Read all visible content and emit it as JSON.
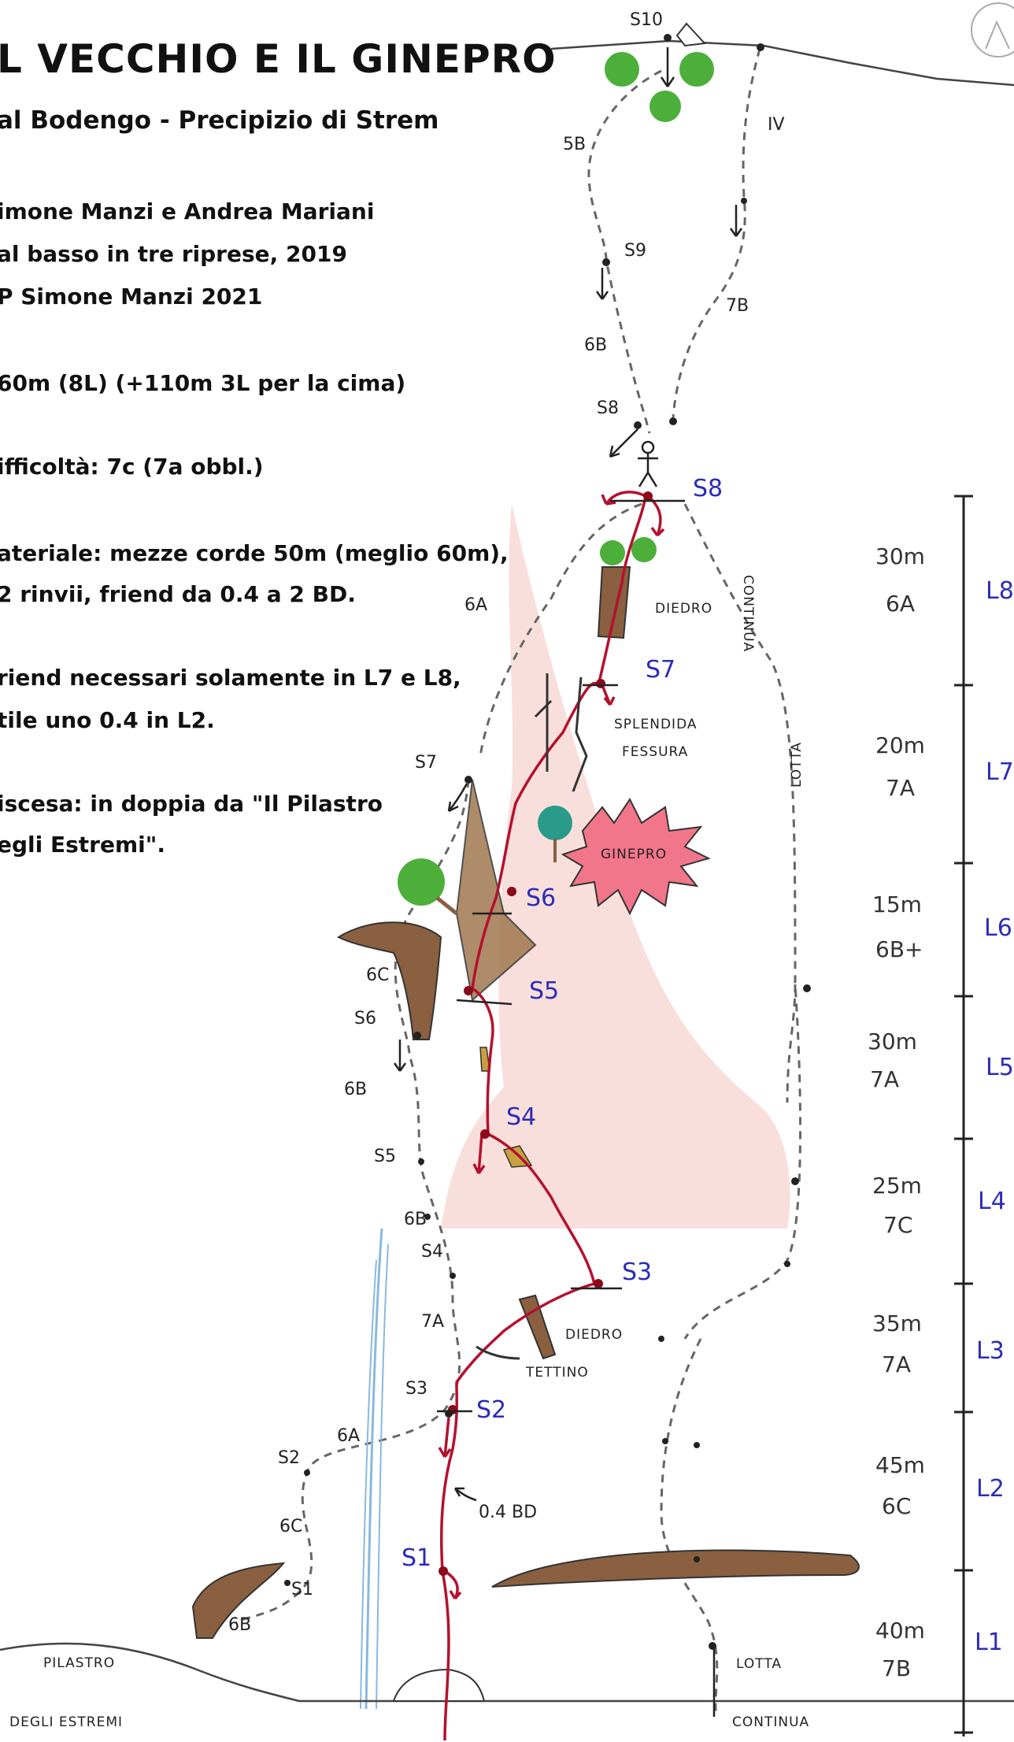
{
  "header": {
    "title": "L VECCHIO E IL GINEPRO",
    "subtitle": "al Bodengo - Precipizio di Strem"
  },
  "info": {
    "lines": [
      "imone Manzi e Andrea Mariani",
      "al basso in tre riprese, 2019",
      "P Simone Manzi 2021",
      "60m (8L) (+110m 3L per la cima)",
      "ifficoltà: 7c (7a obbl.)",
      "ateriale: mezze corde 50m (meglio 60m),",
      "2 rinvii, friend da 0.4 a 2 BD.",
      "riend necessari solamente in L7 e L8,",
      "tile uno 0.4 in L2.",
      "iscesa: in doppia da \"Il Pilastro",
      "egli Estremi\"."
    ]
  },
  "scale": {
    "pitches": [
      {
        "pitch": "L8",
        "length": "30m",
        "grade": "6A"
      },
      {
        "pitch": "L7",
        "length": "20m",
        "grade": "7A"
      },
      {
        "pitch": "L6",
        "length": "15m",
        "grade": "6B+"
      },
      {
        "pitch": "L5",
        "length": "30m",
        "grade": "7A"
      },
      {
        "pitch": "L4",
        "length": "25m",
        "grade": "7C"
      },
      {
        "pitch": "L3",
        "length": "35m",
        "grade": "7A"
      },
      {
        "pitch": "L2",
        "length": "45m",
        "grade": "6C"
      },
      {
        "pitch": "L1",
        "length": "40m",
        "grade": "7B"
      }
    ]
  },
  "route": {
    "stations": [
      "S1",
      "S2",
      "S3",
      "S4",
      "S5",
      "S6",
      "S7",
      "S8"
    ]
  },
  "left_route": {
    "stations": [
      "S1",
      "S2",
      "S3",
      "S4",
      "S5",
      "S6",
      "S7",
      "S8",
      "S9",
      "S10"
    ],
    "grades": [
      "6B",
      "6C",
      "6A",
      "7A",
      "6B",
      "6B",
      "6C",
      "6A",
      "6B",
      "5B"
    ]
  },
  "right_route": {
    "grades": [
      "IV",
      "7B"
    ]
  },
  "annotations": {
    "diedro_top": "DIEDRO",
    "diedro_low": "DIEDRO",
    "tettino": "TETTINO",
    "splendida": "SPLENDIDA",
    "fessura": "FESSURA",
    "ginepro": "GINEPRO",
    "continua_vertical": "CONTINUA",
    "lotta_vertical": "LOTTA",
    "friend_note": "0.4 BD",
    "lotta_bottom": "LOTTA",
    "continua_bottom": "CONTINUA",
    "pilastro": "PILASTRO",
    "degli_estremi": "DEGLI ESTREMI"
  },
  "colors": {
    "route_red": "#b3122e",
    "station_blue": "#2c2cb8",
    "face_pink": "#f2c4bd",
    "tree_green": "#4caf3a",
    "rock_brown": "#8a6040",
    "waterfall_blue": "#8ab8e0"
  }
}
